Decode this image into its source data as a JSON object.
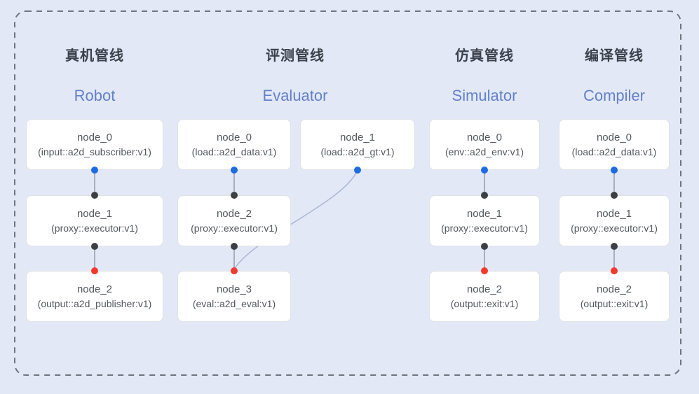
{
  "colors": {
    "background": "#e2e8f6",
    "border_dashed": "#70747e",
    "box_bg": "#ffffff",
    "box_border": "#e0e1e5",
    "title_color": "#3c414b",
    "subtitle_color": "#6480c8",
    "node_text": "#53575e",
    "edge": "#949aa6",
    "edge_curve": "#a9b7d0",
    "dot_blue": "#1e6be1",
    "dot_black": "#3c4043",
    "dot_red": "#f13a2c"
  },
  "pipelines": [
    {
      "title": "真机管线",
      "subtitle": "Robot",
      "nodes": [
        {
          "name": "node_0",
          "type": "(input::a2d_subscriber:v1)"
        },
        {
          "name": "node_1",
          "type": "(proxy::executor:v1)"
        },
        {
          "name": "node_2",
          "type": "(output::a2d_publisher:v1)"
        }
      ]
    },
    {
      "title": "评测管线",
      "subtitle": "Evaluator",
      "nodes": [
        {
          "name": "node_0",
          "type": "(load::a2d_data:v1)"
        },
        {
          "name": "node_1",
          "type": "(load::a2d_gt:v1)"
        },
        {
          "name": "node_2",
          "type": "(proxy::executor:v1)"
        },
        {
          "name": "node_3",
          "type": "(eval::a2d_eval:v1)"
        }
      ]
    },
    {
      "title": "仿真管线",
      "subtitle": "Simulator",
      "nodes": [
        {
          "name": "node_0",
          "type": "(env::a2d_env:v1)"
        },
        {
          "name": "node_1",
          "type": "(proxy::executor:v1)"
        },
        {
          "name": "node_2",
          "type": "(output::exit:v1)"
        }
      ]
    },
    {
      "title": "编译管线",
      "subtitle": "Compiler",
      "nodes": [
        {
          "name": "node_0",
          "type": "(load::a2d_data:v1)"
        },
        {
          "name": "node_1",
          "type": "(proxy::executor:v1)"
        },
        {
          "name": "node_2",
          "type": "(output::exit:v1)"
        }
      ]
    }
  ]
}
